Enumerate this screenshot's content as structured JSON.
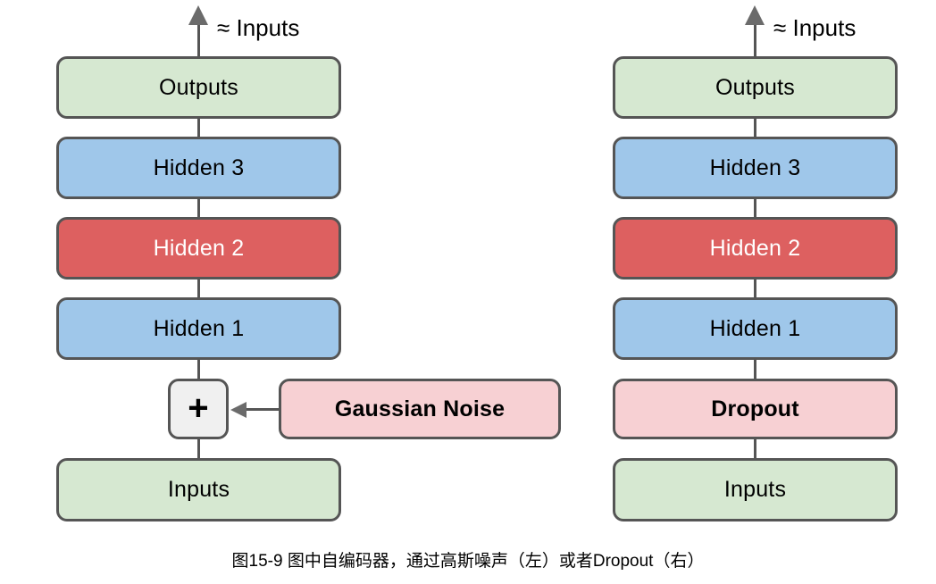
{
  "figure": {
    "caption": "图15-9 图中自编码器，通过高斯噪声（左）或者Dropout（右）",
    "background_color": "#ffffff",
    "border_color": "#555555",
    "arrow_color": "#6b6b6b",
    "palette": {
      "green": "#d6e8d1",
      "blue": "#9fc7ea",
      "red": "#dd6060",
      "pink": "#f7d0d3",
      "grey": "#f0f0f0",
      "text_dark": "#000000",
      "text_light": "#ffffff"
    }
  },
  "diagrams": [
    {
      "id": "gaussian-noise-autoencoder",
      "position": "left",
      "top_label": "≈ Inputs",
      "layers": [
        {
          "label": "Outputs",
          "color": "green"
        },
        {
          "label": "Hidden 3",
          "color": "blue"
        },
        {
          "label": "Hidden 2",
          "color": "red"
        },
        {
          "label": "Hidden 1",
          "color": "blue"
        },
        {
          "label": "+",
          "color": "grey"
        },
        {
          "label": "Inputs",
          "color": "green"
        }
      ],
      "side_node": {
        "label": "Gaussian Noise",
        "color": "pink",
        "arrow_direction": "left"
      }
    },
    {
      "id": "dropout-autoencoder",
      "position": "right",
      "top_label": "≈ Inputs",
      "layers": [
        {
          "label": "Outputs",
          "color": "green"
        },
        {
          "label": "Hidden 3",
          "color": "blue"
        },
        {
          "label": "Hidden 2",
          "color": "red"
        },
        {
          "label": "Hidden 1",
          "color": "blue"
        },
        {
          "label": "Dropout",
          "color": "pink"
        },
        {
          "label": "Inputs",
          "color": "green"
        }
      ],
      "side_node": null
    }
  ]
}
